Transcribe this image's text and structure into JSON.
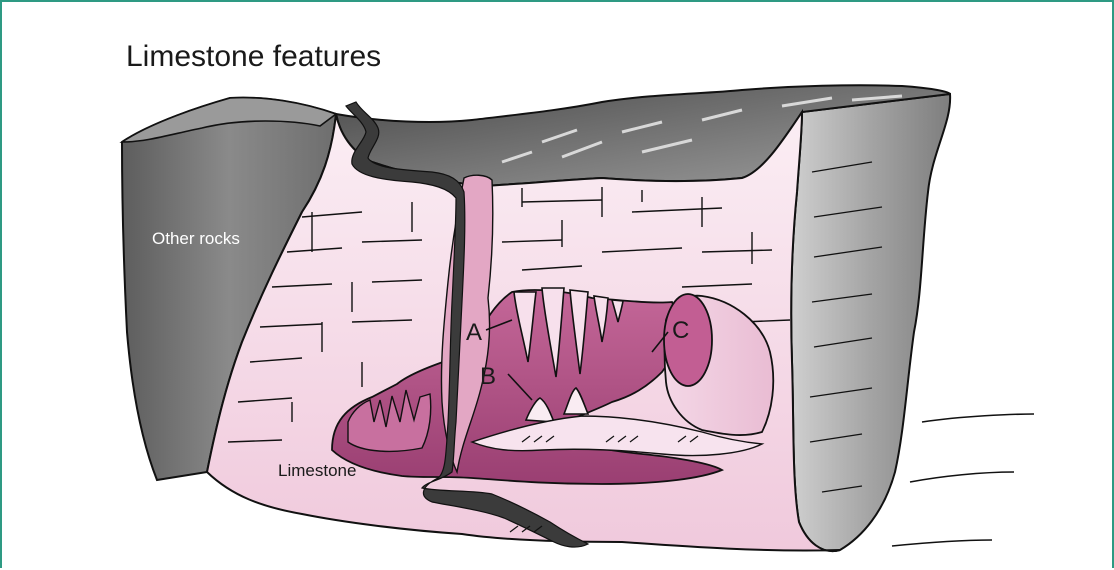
{
  "figure": {
    "title": "Limestone features",
    "labels": {
      "other_rocks": "Other rocks",
      "limestone": "Limestone",
      "a": "A",
      "b": "B",
      "c": "C"
    }
  },
  "colors": {
    "frame_border": "#2e9a83",
    "limestone_pink": "#f3d3e3",
    "cave_magenta": "#b05585",
    "rock_grey": "#7a7a7a",
    "water_dark": "#3b3b3b"
  }
}
